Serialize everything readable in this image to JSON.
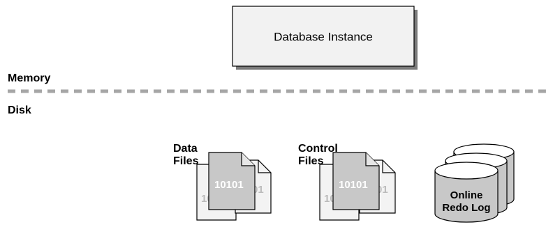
{
  "instance": {
    "label": "Database Instance"
  },
  "memory": {
    "label": "Memory"
  },
  "disk": {
    "label": "Disk"
  },
  "data_files": {
    "title_line1": "Data",
    "title_line2": "Files",
    "front_text": "10101",
    "back_text_left": "10",
    "back_text_right": "01"
  },
  "control_files": {
    "title_line1": "Control",
    "title_line2": "Files",
    "front_text": "10101",
    "back_text_left": "10",
    "back_text_right": "01"
  },
  "redo_log": {
    "line1": "Online",
    "line2": "Redo Log"
  },
  "colors": {
    "box_fill": "#f2f2f2",
    "doc_front": "#c8c8c8",
    "doc_back": "#f3f3f3",
    "divider": "#a6a6a6",
    "stroke": "#000000",
    "binary_text": "#ffffff"
  }
}
